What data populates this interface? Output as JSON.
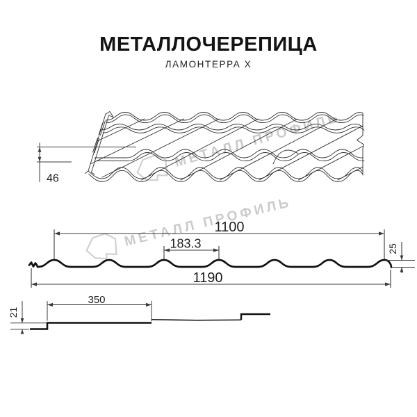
{
  "header": {
    "title": "МЕТАЛЛОЧЕРЕПИЦА",
    "subtitle": "ЛАМОНТЕРРА X"
  },
  "watermarks": {
    "brand_text": "МЕТАЛЛ ПРОФИЛЬ"
  },
  "drawings": {
    "perspective": {
      "dim_step_height": "46"
    },
    "cross_section": {
      "dim_cover_width": "1100",
      "dim_wave_pitch": "183.3",
      "dim_profile_height": "25",
      "dim_overall_width": "1190"
    },
    "side_profile": {
      "dim_module_length": "350",
      "dim_step_height": "21"
    }
  },
  "colors": {
    "background": "#ffffff",
    "title_text": "#141414",
    "thin_line": "#2e2e2e",
    "dimension_line": "#3a3a3a",
    "thick_profile": "#111111",
    "watermark_gray": "#cbcbcb"
  }
}
